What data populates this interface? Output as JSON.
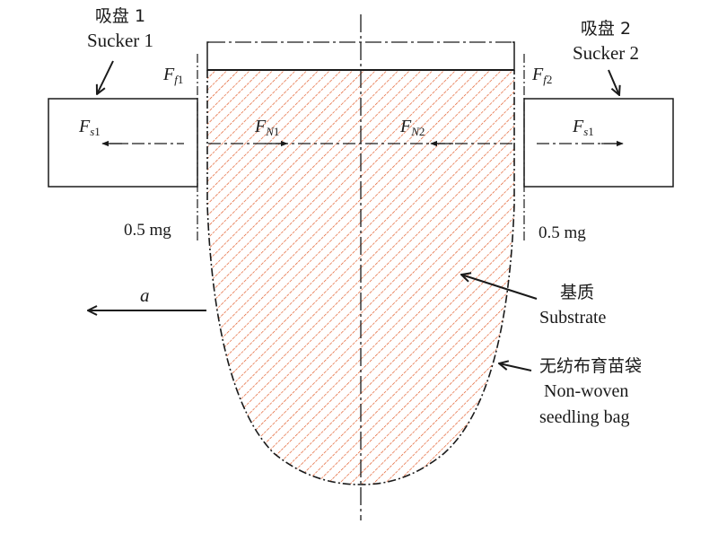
{
  "sucker1": {
    "label_cn": "吸盘 1",
    "label_en": "Sucker 1"
  },
  "sucker2": {
    "label_cn": "吸盘 2",
    "label_en": "Sucker 2"
  },
  "forces": {
    "ff1": {
      "base": "F",
      "sub": "f",
      "subnum": "1"
    },
    "ff2": {
      "base": "F",
      "sub": "f",
      "subnum": "2"
    },
    "fn1": {
      "base": "F",
      "sub": "N",
      "subnum": "1"
    },
    "fn2": {
      "base": "F",
      "sub": "N",
      "subnum": "2"
    },
    "fs_left": {
      "base": "F",
      "sub": "s",
      "subnum": "1"
    },
    "fs_right": {
      "base": "F",
      "sub": "s",
      "subnum": "1"
    }
  },
  "weight_left": "0.5 mg",
  "weight_right": "0.5 mg",
  "acceleration": "a",
  "substrate": {
    "label_cn": "基质",
    "label_en": "Substrate"
  },
  "bag": {
    "label_cn": "无纺布育苗袋",
    "label_en_line1": "Non-woven",
    "label_en_line2": "seedling bag"
  },
  "colors": {
    "hatch": "#e0521e",
    "line": "#1a1a1a"
  }
}
